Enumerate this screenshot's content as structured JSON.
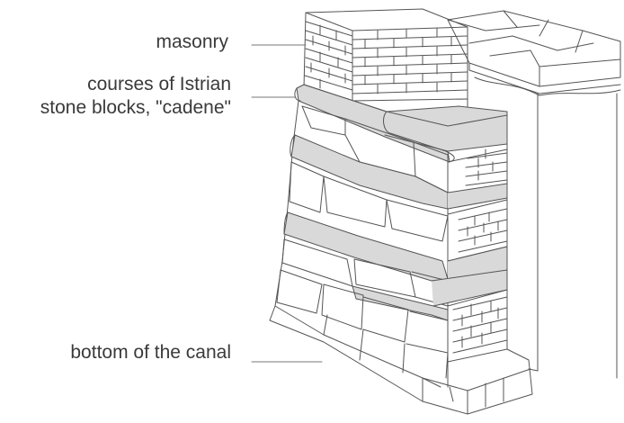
{
  "labels": {
    "masonry": "masonry",
    "cadene_line1": "courses of  Istrian",
    "cadene_line2": "stone blocks, \"cadene\"",
    "bottom": "bottom of the canal"
  },
  "colors": {
    "stroke": "#555555",
    "cadene_fill": "#d9d9d9",
    "background": "#ffffff",
    "text": "#3a3a3a"
  }
}
